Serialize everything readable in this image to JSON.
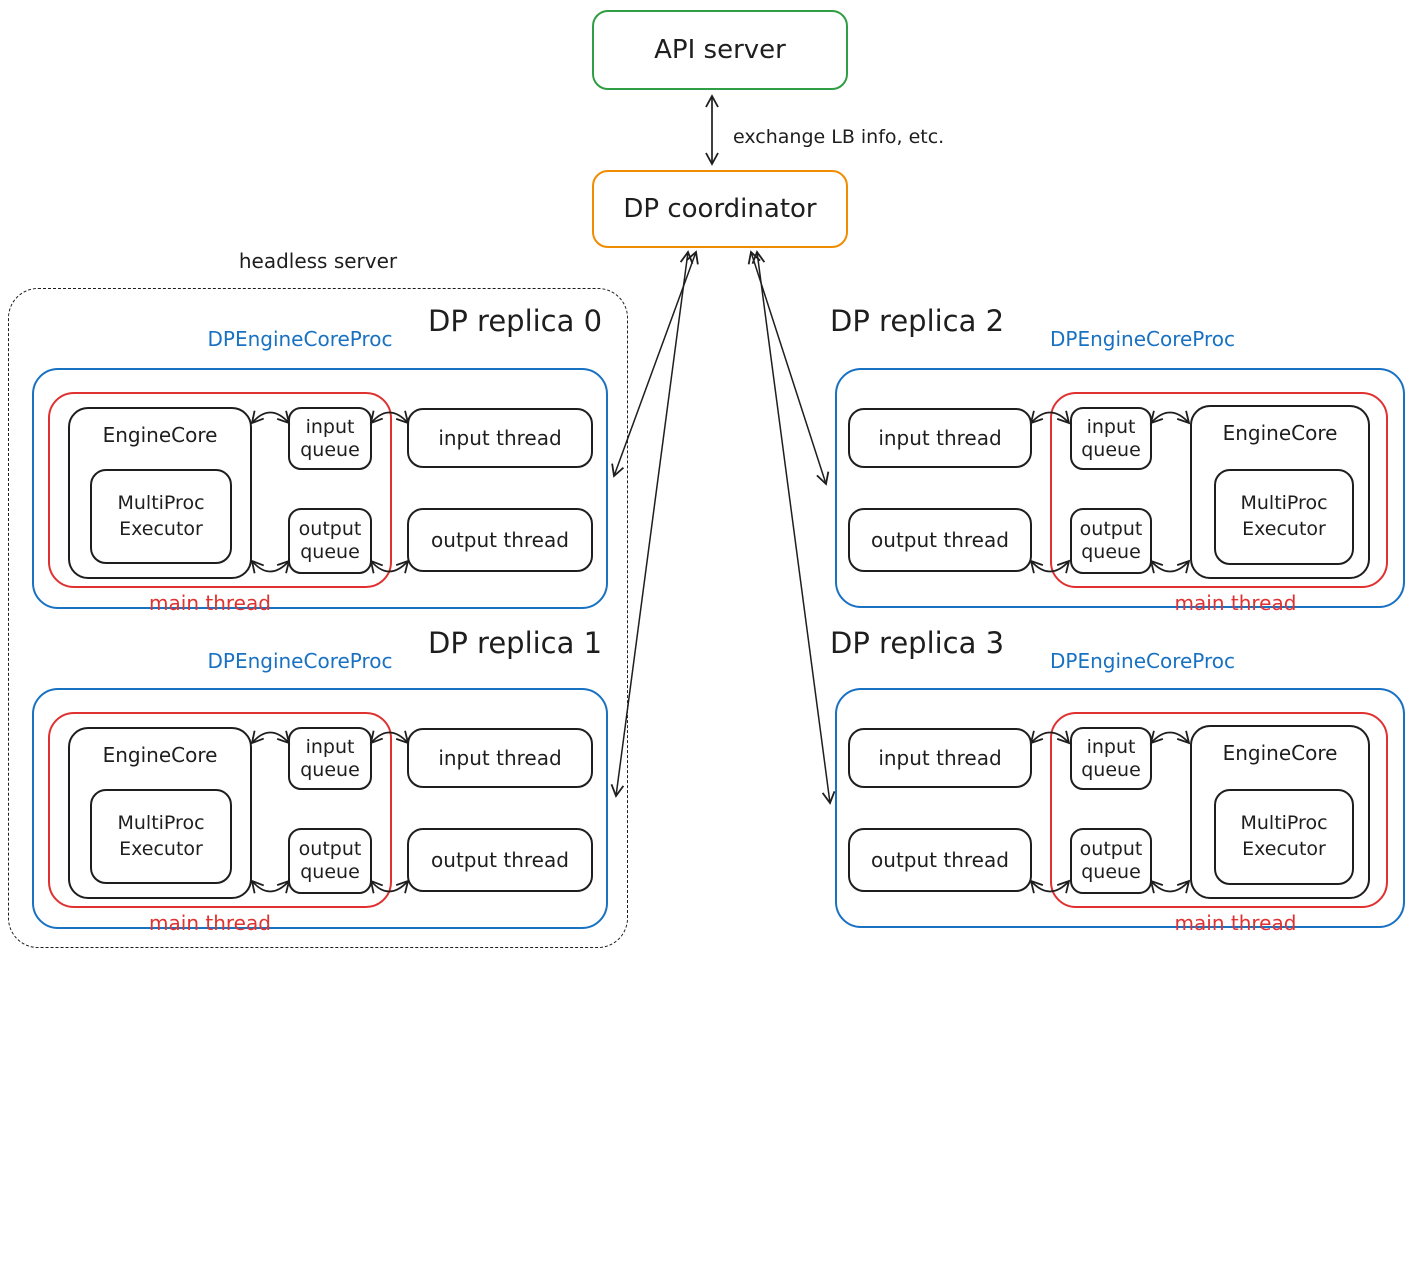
{
  "diagram": {
    "api_server": "API server",
    "dp_coordinator": "DP coordinator",
    "exchange_label": "exchange LB info, etc.",
    "headless_server": "headless server"
  },
  "replica_labels": {
    "proc": "DPEngineCoreProc",
    "engine_core": "EngineCore",
    "executor_line1": "MultiProc",
    "executor_line2": "Executor",
    "input_queue_line1": "input",
    "input_queue_line2": "queue",
    "output_queue_line1": "output",
    "output_queue_line2": "queue",
    "input_thread": "input thread",
    "output_thread": "output thread",
    "main_thread": "main thread"
  },
  "replicas": [
    {
      "title": "DP replica 0"
    },
    {
      "title": "DP replica 1"
    },
    {
      "title": "DP replica 2"
    },
    {
      "title": "DP replica 3"
    }
  ],
  "colors": {
    "green": "#2f9e44",
    "orange": "#f08c00",
    "blue": "#1971c2",
    "red": "#e03131",
    "ink": "#1e1e1e",
    "background": "#ffffff"
  }
}
